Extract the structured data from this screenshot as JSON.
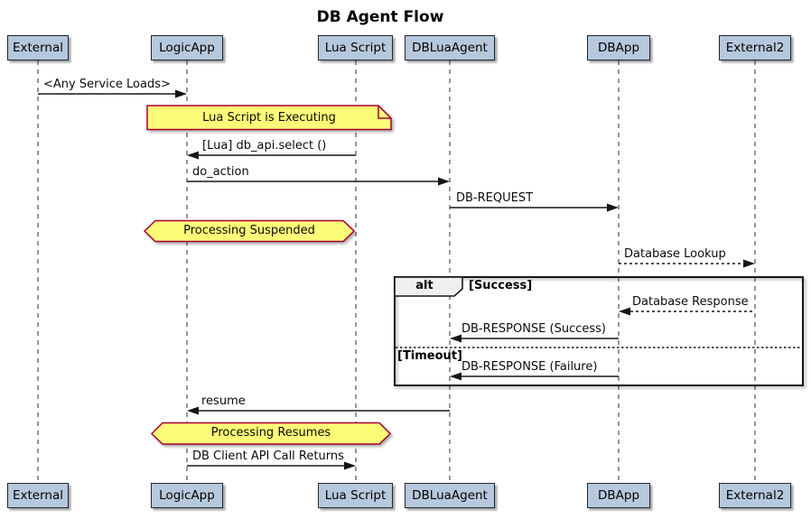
{
  "title": "DB Agent Flow",
  "participants": [
    {
      "name": "External"
    },
    {
      "name": "LogicApp"
    },
    {
      "name": "Lua Script"
    },
    {
      "name": "DBLuaAgent"
    },
    {
      "name": "DBApp"
    },
    {
      "name": "External2"
    }
  ],
  "messages": [
    {
      "label": "<Any Service Loads>",
      "from": "External",
      "to": "LogicApp",
      "line": "solid"
    },
    {
      "label": "[Lua] db_api.select ()",
      "from": "Lua Script",
      "to": "LogicApp",
      "line": "solid"
    },
    {
      "label": "do_action",
      "from": "LogicApp",
      "to": "DBLuaAgent",
      "line": "solid"
    },
    {
      "label": "DB-REQUEST",
      "from": "DBLuaAgent",
      "to": "DBApp",
      "line": "solid"
    },
    {
      "label": "Database Lookup",
      "from": "DBApp",
      "to": "External2",
      "line": "dashed"
    },
    {
      "label": "Database Response",
      "from": "External2",
      "to": "DBApp",
      "line": "dashed"
    },
    {
      "label": "DB-RESPONSE (Success)",
      "from": "DBApp",
      "to": "DBLuaAgent",
      "line": "solid"
    },
    {
      "label": "DB-RESPONSE (Failure)",
      "from": "DBApp",
      "to": "DBLuaAgent",
      "line": "solid"
    },
    {
      "label": "resume",
      "from": "DBLuaAgent",
      "to": "LogicApp",
      "line": "solid"
    },
    {
      "label": "DB Client API Call Returns",
      "from": "LogicApp",
      "to": "Lua Script",
      "line": "solid"
    }
  ],
  "notes": [
    {
      "shape": "note",
      "text": "Lua Script is Executing"
    },
    {
      "shape": "hexagon",
      "text": "Processing Suspended"
    },
    {
      "shape": "hexagon",
      "text": "Processing Resumes"
    }
  ],
  "alt_frame": {
    "operator": "alt",
    "guards": [
      {
        "label": "[Success]"
      },
      {
        "label": "[Timeout]"
      }
    ]
  },
  "colors": {
    "participant_fill": "#b6c8dd",
    "participant_border": "#20252d",
    "note_fill": "#fbfb77",
    "note_border": "#a80036",
    "arrow": "#161616",
    "lifeline": "#8a8a8a",
    "frame_border": "#161616",
    "operator_fill": "#efefef"
  }
}
